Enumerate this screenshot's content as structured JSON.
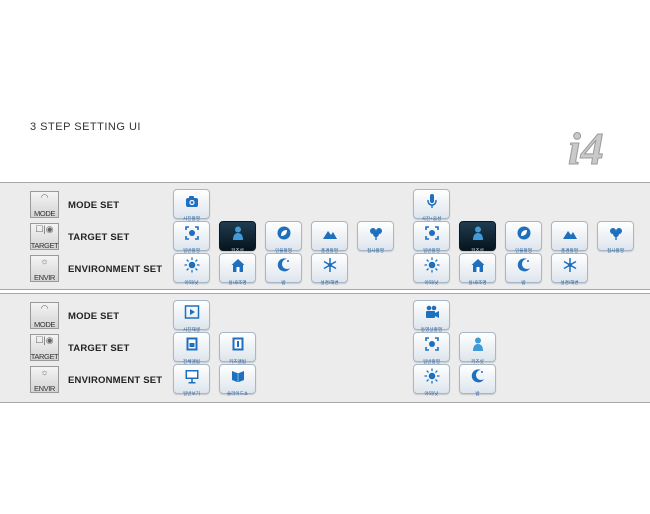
{
  "heading": "3 STEP SETTING UI",
  "logo": {
    "text": "i4"
  },
  "panels": [
    {
      "rows": [
        {
          "label": "MODE SET",
          "icon_glyph": "◠",
          "icon_code": "MODE",
          "left": [
            {
              "label": "사진촬영",
              "icon": "camera-icon",
              "selected": false
            }
          ],
          "right": [
            {
              "label": "사진+음성",
              "icon": "microphone-icon",
              "selected": false
            }
          ]
        },
        {
          "label": "TARGET SET",
          "icon_glyph": "☐|◉",
          "icon_code": "TARGET",
          "left": [
            {
              "label": "일반촬영",
              "icon": "viewfinder-icon",
              "selected": false
            },
            {
              "label": "키즈샷",
              "icon": "person-icon",
              "selected": true
            },
            {
              "label": "인물촬영",
              "icon": "leaf-icon",
              "selected": false
            },
            {
              "label": "풍경촬영",
              "icon": "mountain-icon",
              "selected": false
            },
            {
              "label": "접사촬영",
              "icon": "flower-icon",
              "selected": false
            }
          ],
          "right": [
            {
              "label": "일반촬영",
              "icon": "viewfinder-icon",
              "selected": false
            },
            {
              "label": "키즈샷",
              "icon": "person-icon",
              "selected": true
            },
            {
              "label": "인물촬영",
              "icon": "leaf-icon",
              "selected": false
            },
            {
              "label": "풍경촬영",
              "icon": "mountain-icon",
              "selected": false
            },
            {
              "label": "접사촬영",
              "icon": "flower-icon",
              "selected": false
            }
          ]
        },
        {
          "label": "ENVIRONMENT SET",
          "icon_glyph": "☼",
          "icon_code": "ENVIR",
          "left": [
            {
              "label": "야외/낮",
              "icon": "sun-icon",
              "selected": false
            },
            {
              "label": "실내/조명",
              "icon": "house-icon",
              "selected": false
            },
            {
              "label": "밤",
              "icon": "moon-icon",
              "selected": false
            },
            {
              "label": "설경/해변",
              "icon": "snowflake-icon",
              "selected": false
            }
          ],
          "right": [
            {
              "label": "야외/낮",
              "icon": "sun-icon",
              "selected": false
            },
            {
              "label": "실내/조명",
              "icon": "house-icon",
              "selected": false
            },
            {
              "label": "밤",
              "icon": "moon-icon",
              "selected": false
            },
            {
              "label": "설경/해변",
              "icon": "snowflake-icon",
              "selected": false
            }
          ]
        }
      ]
    },
    {
      "rows": [
        {
          "label": "MODE SET",
          "icon_glyph": "◠",
          "icon_code": "MODE",
          "left": [
            {
              "label": "사진재생",
              "icon": "play-icon",
              "selected": false
            }
          ],
          "right": [
            {
              "label": "동영상촬영",
              "icon": "video-camera-icon",
              "selected": false
            }
          ]
        },
        {
          "label": "TARGET SET",
          "icon_glyph": "☐|◉",
          "icon_code": "TARGET",
          "left": [
            {
              "label": "전체앨범",
              "icon": "album-icon",
              "selected": false
            },
            {
              "label": "키즈앨범",
              "icon": "kids-album-icon",
              "selected": false
            }
          ],
          "right": [
            {
              "label": "일반촬영",
              "icon": "viewfinder-icon",
              "selected": false
            },
            {
              "label": "키즈샷",
              "icon": "person-icon",
              "selected": false
            }
          ]
        },
        {
          "label": "ENVIRONMENT SET",
          "icon_glyph": "☼",
          "icon_code": "ENVIR",
          "left": [
            {
              "label": "일반보기",
              "icon": "screen-icon",
              "selected": false
            },
            {
              "label": "슬라이드쇼",
              "icon": "slideshow-icon",
              "selected": false
            }
          ],
          "right": [
            {
              "label": "야외/낮",
              "icon": "sun-icon",
              "selected": false
            },
            {
              "label": "밤",
              "icon": "moon-icon",
              "selected": false
            }
          ]
        }
      ]
    }
  ],
  "colors": {
    "icon_blue": "#1f6fbf",
    "selected_bg": "#0f2433",
    "panel_bg": "#ececec",
    "label_blue": "#1f5a9a"
  }
}
